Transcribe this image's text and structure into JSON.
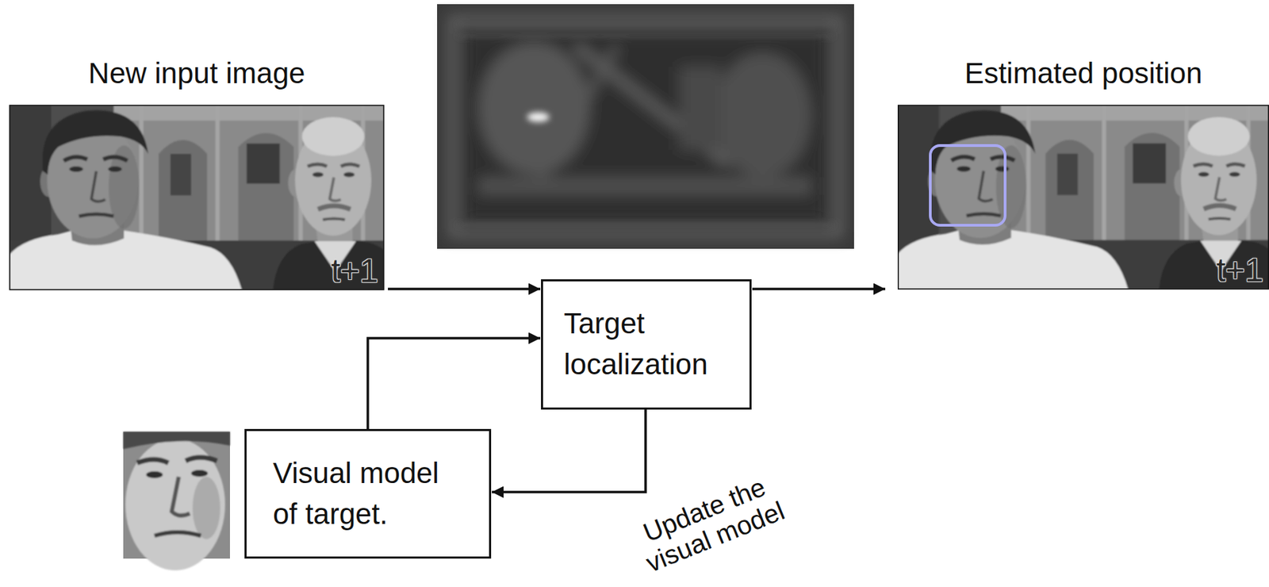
{
  "diagram": {
    "nodes": [
      {
        "text": [
          "New input image",
          "t+1"
        ]
      },
      {
        "text": [
          "Estimated position",
          "t+1"
        ]
      },
      {
        "text": [
          "Target localization"
        ]
      },
      {
        "text": [
          "Visual model of target."
        ]
      }
    ],
    "edges": [
      {
        "from": 0,
        "to": 2,
        "arrow": "to"
      },
      {
        "from": 2,
        "to": 1,
        "arrow": "to"
      },
      {
        "from": 3,
        "to": 2,
        "arrow": "to"
      },
      {
        "from": 2,
        "to": 3,
        "arrow": "to",
        "label": "Update the visual model"
      }
    ]
  }
}
